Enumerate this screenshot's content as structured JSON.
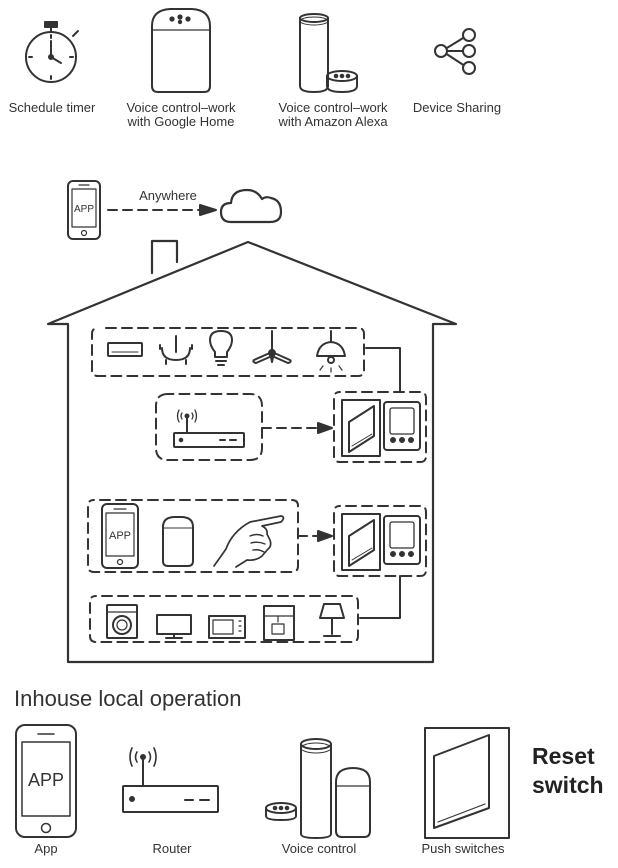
{
  "features": [
    {
      "label_line1": "Schedule timer",
      "label_line2": ""
    },
    {
      "label_line1": "Voice control–work",
      "label_line2": "with Google Home"
    },
    {
      "label_line1": "Voice control–work",
      "label_line2": "with Amazon Alexa"
    },
    {
      "label_line1": "Device Sharing",
      "label_line2": ""
    }
  ],
  "remote": {
    "phone_label": "APP",
    "arrow_label": "Anywhere"
  },
  "house": {
    "control_phone_label": "APP"
  },
  "local": {
    "heading": "Inhouse local operation",
    "items": [
      {
        "label": "App",
        "screen_text": "APP"
      },
      {
        "label": "Router"
      },
      {
        "label": "Voice control"
      },
      {
        "label": "Push switches"
      }
    ],
    "reset_line1": "Reset",
    "reset_line2": "switch"
  }
}
